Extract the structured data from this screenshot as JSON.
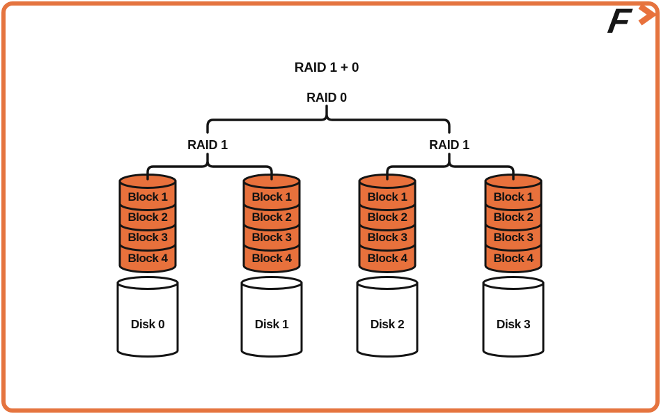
{
  "colors": {
    "accent": "#E8713C",
    "frame": "#E5743F",
    "line": "#141414"
  },
  "logo": {
    "glyph": "F",
    "chevron_icon": "right-chevron"
  },
  "diagram": {
    "title": "RAID 1 + 0",
    "root": {
      "label": "RAID 0"
    },
    "groups": [
      {
        "label": "RAID 1",
        "stacks": [
          {
            "blocks": [
              "Block 1",
              "Block 2",
              "Block 3",
              "Block 4"
            ],
            "disk": "Disk 0"
          },
          {
            "blocks": [
              "Block 1",
              "Block 2",
              "Block 3",
              "Block 4"
            ],
            "disk": "Disk 1"
          }
        ]
      },
      {
        "label": "RAID 1",
        "stacks": [
          {
            "blocks": [
              "Block 1",
              "Block 2",
              "Block 3",
              "Block 4"
            ],
            "disk": "Disk 2"
          },
          {
            "blocks": [
              "Block 1",
              "Block 2",
              "Block 3",
              "Block 4"
            ],
            "disk": "Disk 3"
          }
        ]
      }
    ]
  }
}
